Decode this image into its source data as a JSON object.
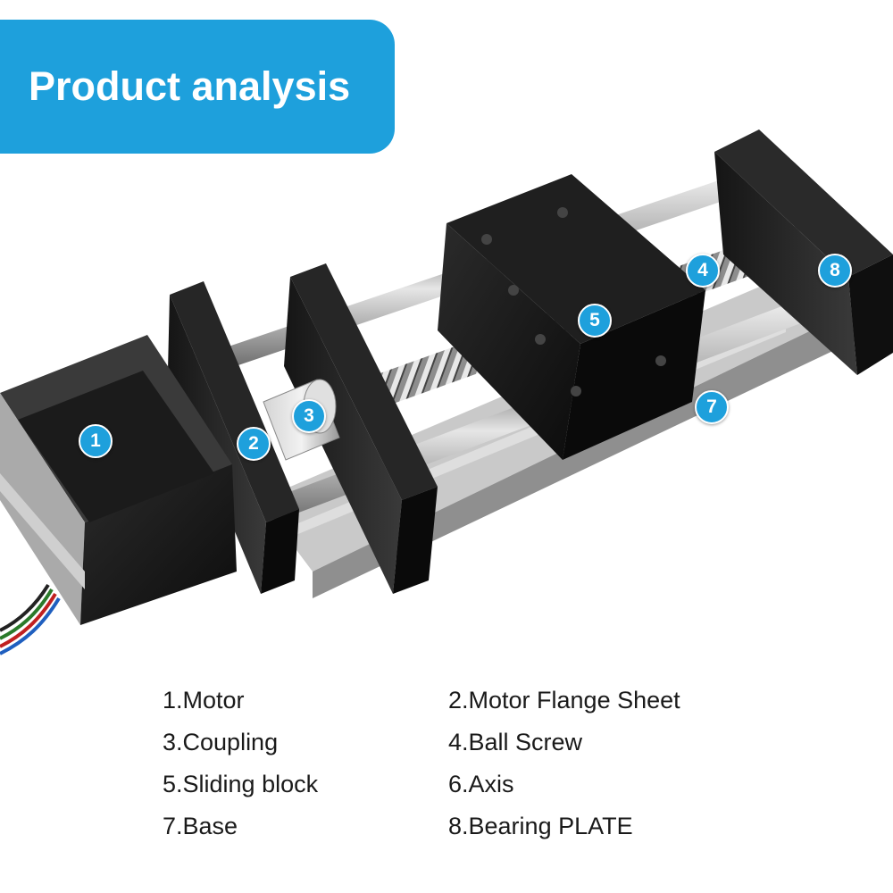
{
  "header": {
    "title": "Product analysis"
  },
  "colors": {
    "accent": "#1ea0dc",
    "text": "#1a1a1a"
  },
  "markers": [
    "1",
    "2",
    "3",
    "4",
    "5",
    "7",
    "8"
  ],
  "legend": [
    "1.Motor",
    "2.Motor Flange Sheet",
    "3.Coupling",
    "4.Ball Screw",
    "5.Sliding block",
    "6.Axis",
    "7.Base",
    "8.Bearing PLATE"
  ]
}
